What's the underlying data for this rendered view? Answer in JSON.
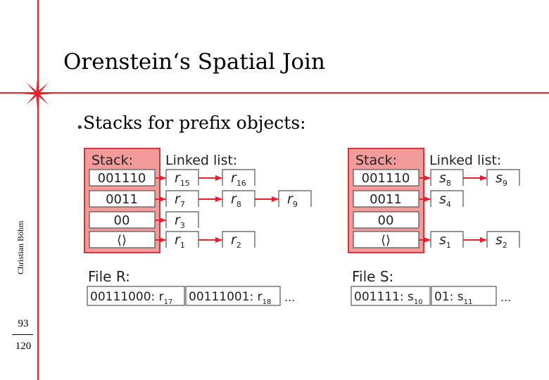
{
  "title": "Orenstein‘s Spatial Join",
  "bullet": "Stacks for prefix objects:",
  "author": "Christian Böhm",
  "page": {
    "current": "93",
    "total": "120"
  },
  "colors": {
    "accent": "#e8212f",
    "stack_fill": "#f39a9b",
    "stack_border": "#e0313b",
    "box_border": "#555555"
  },
  "diagram_left": {
    "stack_label": "Stack:",
    "list_label": "Linked list:",
    "rows": [
      {
        "key": "001110",
        "items": [
          {
            "b": "r",
            "s": "15"
          },
          {
            "b": "r",
            "s": "16"
          }
        ]
      },
      {
        "key": "0011",
        "items": [
          {
            "b": "r",
            "s": "7"
          },
          {
            "b": "r",
            "s": "8"
          },
          {
            "b": "r",
            "s": "9"
          }
        ]
      },
      {
        "key": "00",
        "items": [
          {
            "b": "r",
            "s": "3"
          }
        ]
      },
      {
        "key": "⟨⟩",
        "items": [
          {
            "b": "r",
            "s": "1"
          },
          {
            "b": "r",
            "s": "2"
          }
        ]
      }
    ],
    "file_label": "File R:",
    "file_entries": [
      {
        "prefix": "00111000: r",
        "sub": "17"
      },
      {
        "prefix": "00111001: r",
        "sub": "18"
      }
    ],
    "file_more": "..."
  },
  "diagram_right": {
    "stack_label": "Stack:",
    "list_label": "Linked list:",
    "rows": [
      {
        "key": "001110",
        "items": [
          {
            "b": "s",
            "s": "8"
          },
          {
            "b": "s",
            "s": "9"
          }
        ]
      },
      {
        "key": "0011",
        "items": [
          {
            "b": "s",
            "s": "4"
          }
        ]
      },
      {
        "key": "00",
        "items": []
      },
      {
        "key": "⟨⟩",
        "items": [
          {
            "b": "s",
            "s": "1"
          },
          {
            "b": "s",
            "s": "2"
          }
        ]
      }
    ],
    "file_label": "File S:",
    "file_entries": [
      {
        "prefix": "001111: s",
        "sub": "10"
      },
      {
        "prefix": "01: s",
        "sub": "11"
      }
    ],
    "file_more": "..."
  }
}
